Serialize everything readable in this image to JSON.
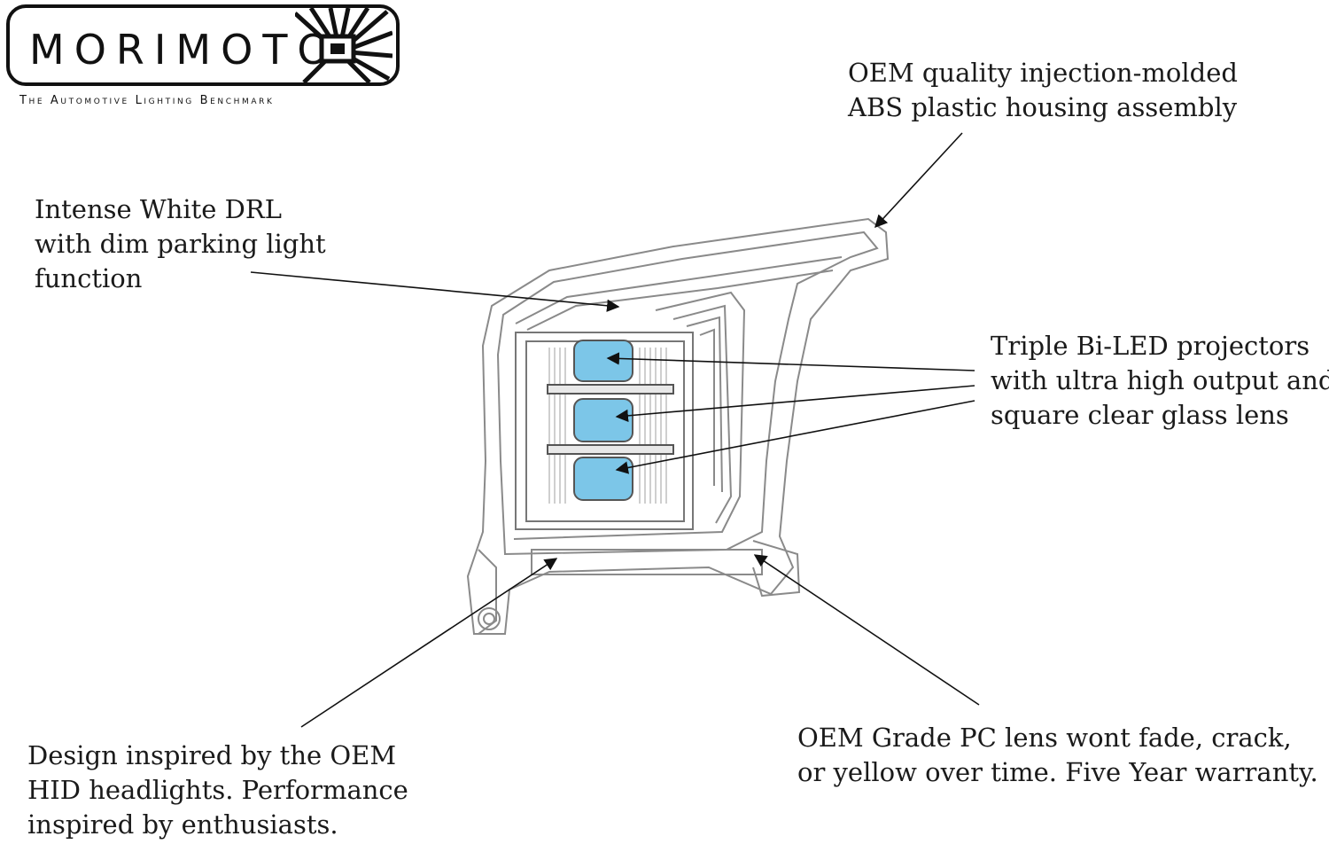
{
  "brand": {
    "name": "Morimoto",
    "tagline": "The Automotive Lighting Benchmark"
  },
  "callouts": {
    "housing": [
      "OEM quality injection-molded",
      "ABS plastic housing assembly"
    ],
    "drl": [
      "Intense White DRL",
      "with dim parking light",
      "function"
    ],
    "projectors": [
      "Triple Bi-LED projectors",
      "with ultra high output and",
      "square clear glass lens"
    ],
    "design": [
      "Design inspired by the OEM",
      "HID headlights. Performance",
      "inspired by enthusiasts."
    ],
    "lens": [
      "OEM Grade PC lens wont fade, crack,",
      "or yellow over time. Five Year warranty."
    ]
  },
  "colors": {
    "line": "#222222",
    "lens_blue": "#7cc6e8",
    "outline": "#888888"
  }
}
